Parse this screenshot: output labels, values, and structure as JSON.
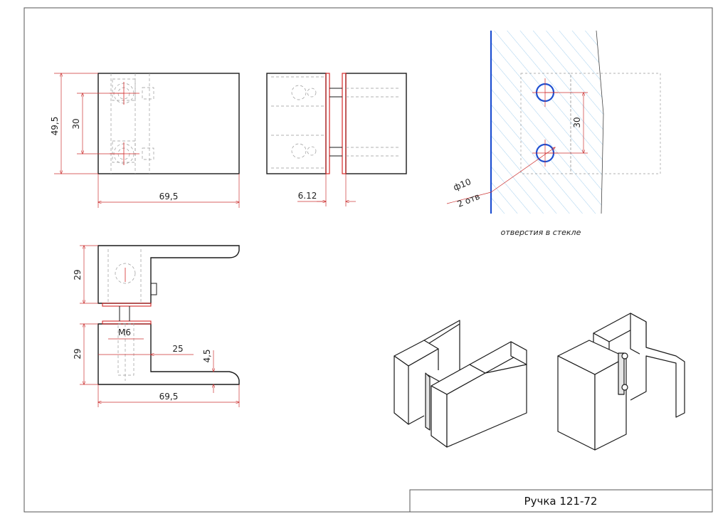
{
  "title_block": {
    "text": "Ручка 121-72"
  },
  "front_view": {
    "height_dim": "49,5",
    "hole_spacing_dim": "30",
    "width_dim": "69,5"
  },
  "side_view": {
    "gap_dim": "6.12"
  },
  "glass_view": {
    "hole_spacing_dim": "30",
    "hole_diameter": "ф10",
    "hole_count": "2 отв",
    "caption": "отверстия в стекле"
  },
  "plan_view": {
    "upper_dim": "29",
    "lower_dim": "29",
    "thread_dim": "M6",
    "length_dim": "25",
    "thickness_dim": "4,5",
    "width_dim": "69,5"
  },
  "colors": {
    "line": "#1a1a1a",
    "red": "#d42a2a",
    "blue": "#1f4fd1",
    "hatch": "#79b8e6"
  }
}
